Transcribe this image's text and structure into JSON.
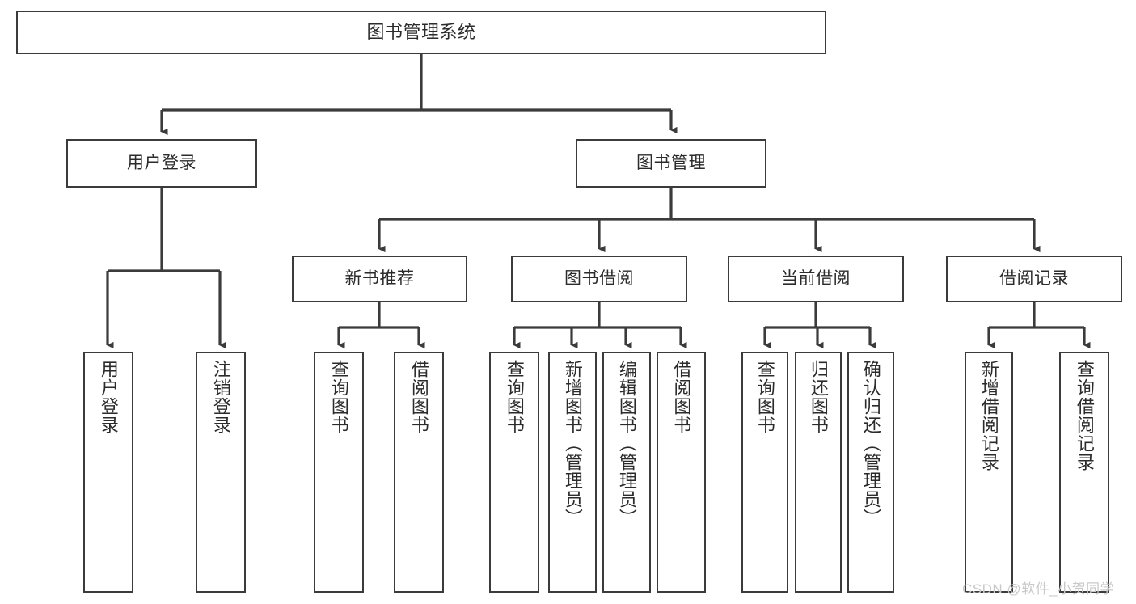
{
  "diagram": {
    "type": "tree-hierarchy-flowchart",
    "title": "图书管理系统",
    "theme": {
      "background": "#ffffff",
      "stroke": "#3b3b3b",
      "text": "#2b2b2b",
      "watermark": "#c9c9c9"
    },
    "watermark": "CSDN @软件_小贺同学",
    "nodes": {
      "root": {
        "label": "图书管理系统"
      },
      "level1": [
        {
          "id": "user-login",
          "label": "用户登录"
        },
        {
          "id": "book-manage",
          "label": "图书管理"
        }
      ],
      "level2": [
        {
          "id": "new-book-recommend",
          "label": "新书推荐"
        },
        {
          "id": "book-borrow",
          "label": "图书借阅"
        },
        {
          "id": "current-borrow",
          "label": "当前借阅"
        },
        {
          "id": "borrow-record",
          "label": "借阅记录"
        }
      ],
      "leaves": {
        "user-login": [
          {
            "id": "leaf-user-login",
            "label": "用户登录"
          },
          {
            "id": "leaf-logout-login",
            "label": "注销登录"
          }
        ],
        "new-book-recommend": [
          {
            "id": "leaf-query-book-1",
            "label": "查询图书"
          },
          {
            "id": "leaf-borrow-book-1",
            "label": "借阅图书"
          }
        ],
        "book-borrow": [
          {
            "id": "leaf-query-book-2",
            "label": "查询图书"
          },
          {
            "id": "leaf-add-book",
            "label": "新增图书（管理员）"
          },
          {
            "id": "leaf-edit-book",
            "label": "编辑图书（管理员）"
          },
          {
            "id": "leaf-borrow-book-2",
            "label": "借阅图书"
          }
        ],
        "current-borrow": [
          {
            "id": "leaf-query-book-3",
            "label": "查询图书"
          },
          {
            "id": "leaf-return-book",
            "label": "归还图书"
          },
          {
            "id": "leaf-confirm-return",
            "label": "确认归还（管理员）"
          }
        ],
        "borrow-record": [
          {
            "id": "leaf-add-record",
            "label": "新增借阅记录"
          },
          {
            "id": "leaf-query-record",
            "label": "查询借阅记录"
          }
        ]
      }
    }
  }
}
